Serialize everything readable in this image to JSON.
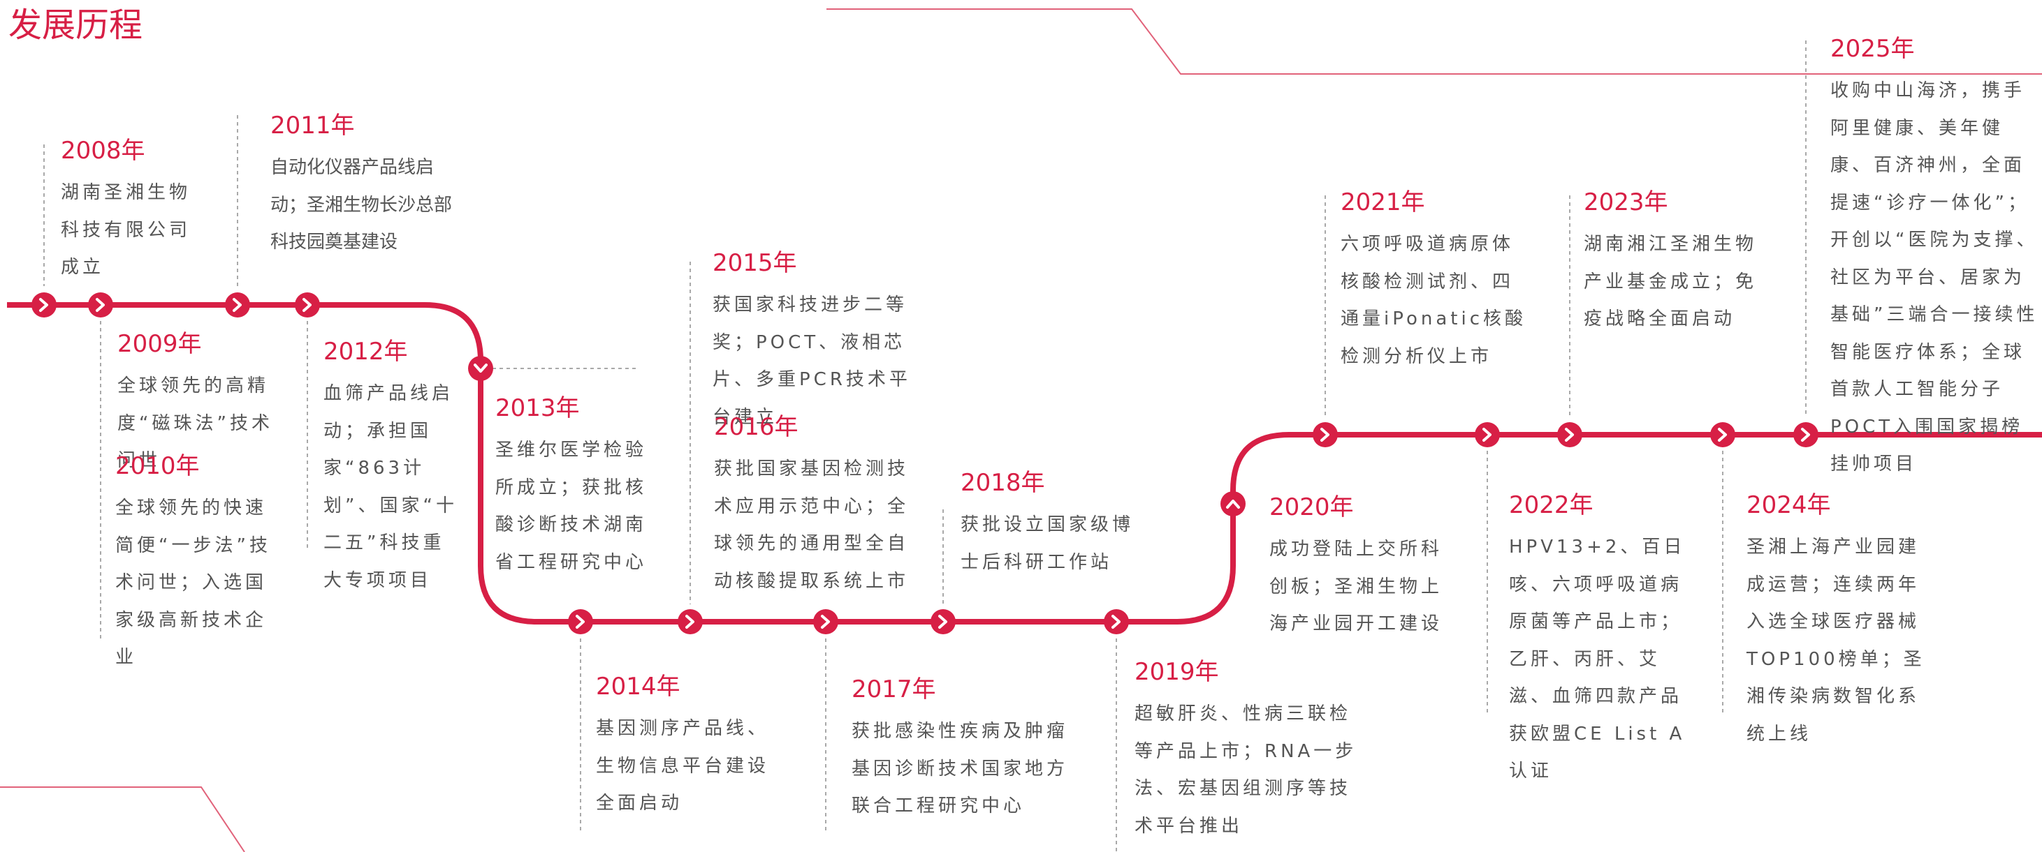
{
  "page_title": "发展历程",
  "colors": {
    "accent": "#d71f45",
    "text": "#555555",
    "dash": "#a9a9a9",
    "deco": "#e1627a"
  },
  "milestones": [
    {
      "id": "2008",
      "year": "2008年",
      "text": "湖南圣湘生物科技有限公司成立"
    },
    {
      "id": "2009",
      "year": "2009年",
      "text": "全球领先的高精度“磁珠法”技术问世"
    },
    {
      "id": "2010",
      "year": "2010年",
      "text": "全球领先的快速简便“一步法”技术问世；入选国家级高新技术企业"
    },
    {
      "id": "2011",
      "year": "2011年",
      "text": "自动化仪器产品线启动；圣湘生物长沙总部科技园奠基建设"
    },
    {
      "id": "2012",
      "year": "2012年",
      "text": "血筛产品线启动；承担国家“863计划”、国家“十二五”科技重大专项项目"
    },
    {
      "id": "2013",
      "year": "2013年",
      "text": "圣维尔医学检验所成立；获批核酸诊断技术湖南省工程研究中心"
    },
    {
      "id": "2014",
      "year": "2014年",
      "text": "基因测序产品线、生物信息平台建设全面启动"
    },
    {
      "id": "2015",
      "year": "2015年",
      "text": "获国家科技进步二等奖；POCT、液相芯片、多重PCR技术平台建立"
    },
    {
      "id": "2016",
      "year": "2016年",
      "text": "获批国家基因检测技术应用示范中心；全球领先的通用型全自动核酸提取系统上市"
    },
    {
      "id": "2017",
      "year": "2017年",
      "text": "获批感染性疾病及肿瘤基因诊断技术国家地方联合工程研究中心"
    },
    {
      "id": "2018",
      "year": "2018年",
      "text": "获批设立国家级博士后科研工作站"
    },
    {
      "id": "2019",
      "year": "2019年",
      "text": "超敏肝炎、性病三联检等产品上市；RNA一步法、宏基因组测序等技术平台推出"
    },
    {
      "id": "2020",
      "year": "2020年",
      "text": "成功登陆上交所科创板；圣湘生物上海产业园开工建设"
    },
    {
      "id": "2021",
      "year": "2021年",
      "text": "六项呼吸道病原体核酸检测试剂、四通量iPonatic核酸检测分析仪上市"
    },
    {
      "id": "2022",
      "year": "2022年",
      "text": "HPV13+2、百日咳、六项呼吸道病原菌等产品上市；乙肝、丙肝、艾滋、血筛四款产品获欧盟CE List A认证"
    },
    {
      "id": "2023",
      "year": "2023年",
      "text": "湖南湘江圣湘生物产业基金成立；免疫战略全面启动"
    },
    {
      "id": "2024",
      "year": "2024年",
      "text": "圣湘上海产业园建成运营；连续两年入选全球医疗器械TOP100榜单；圣湘传染病数智化系统上线"
    },
    {
      "id": "2025",
      "year": "2025年",
      "text": "收购中山海济，携手阿里健康、美年健康、百济神州，全面提速“诊疗一体化”；开创以“医院为支撑、社区为平台、居家为基础”三端合一接续性智能医疗体系；全球首款人工智能分子POCT入围国家揭榜挂帅项目"
    }
  ]
}
